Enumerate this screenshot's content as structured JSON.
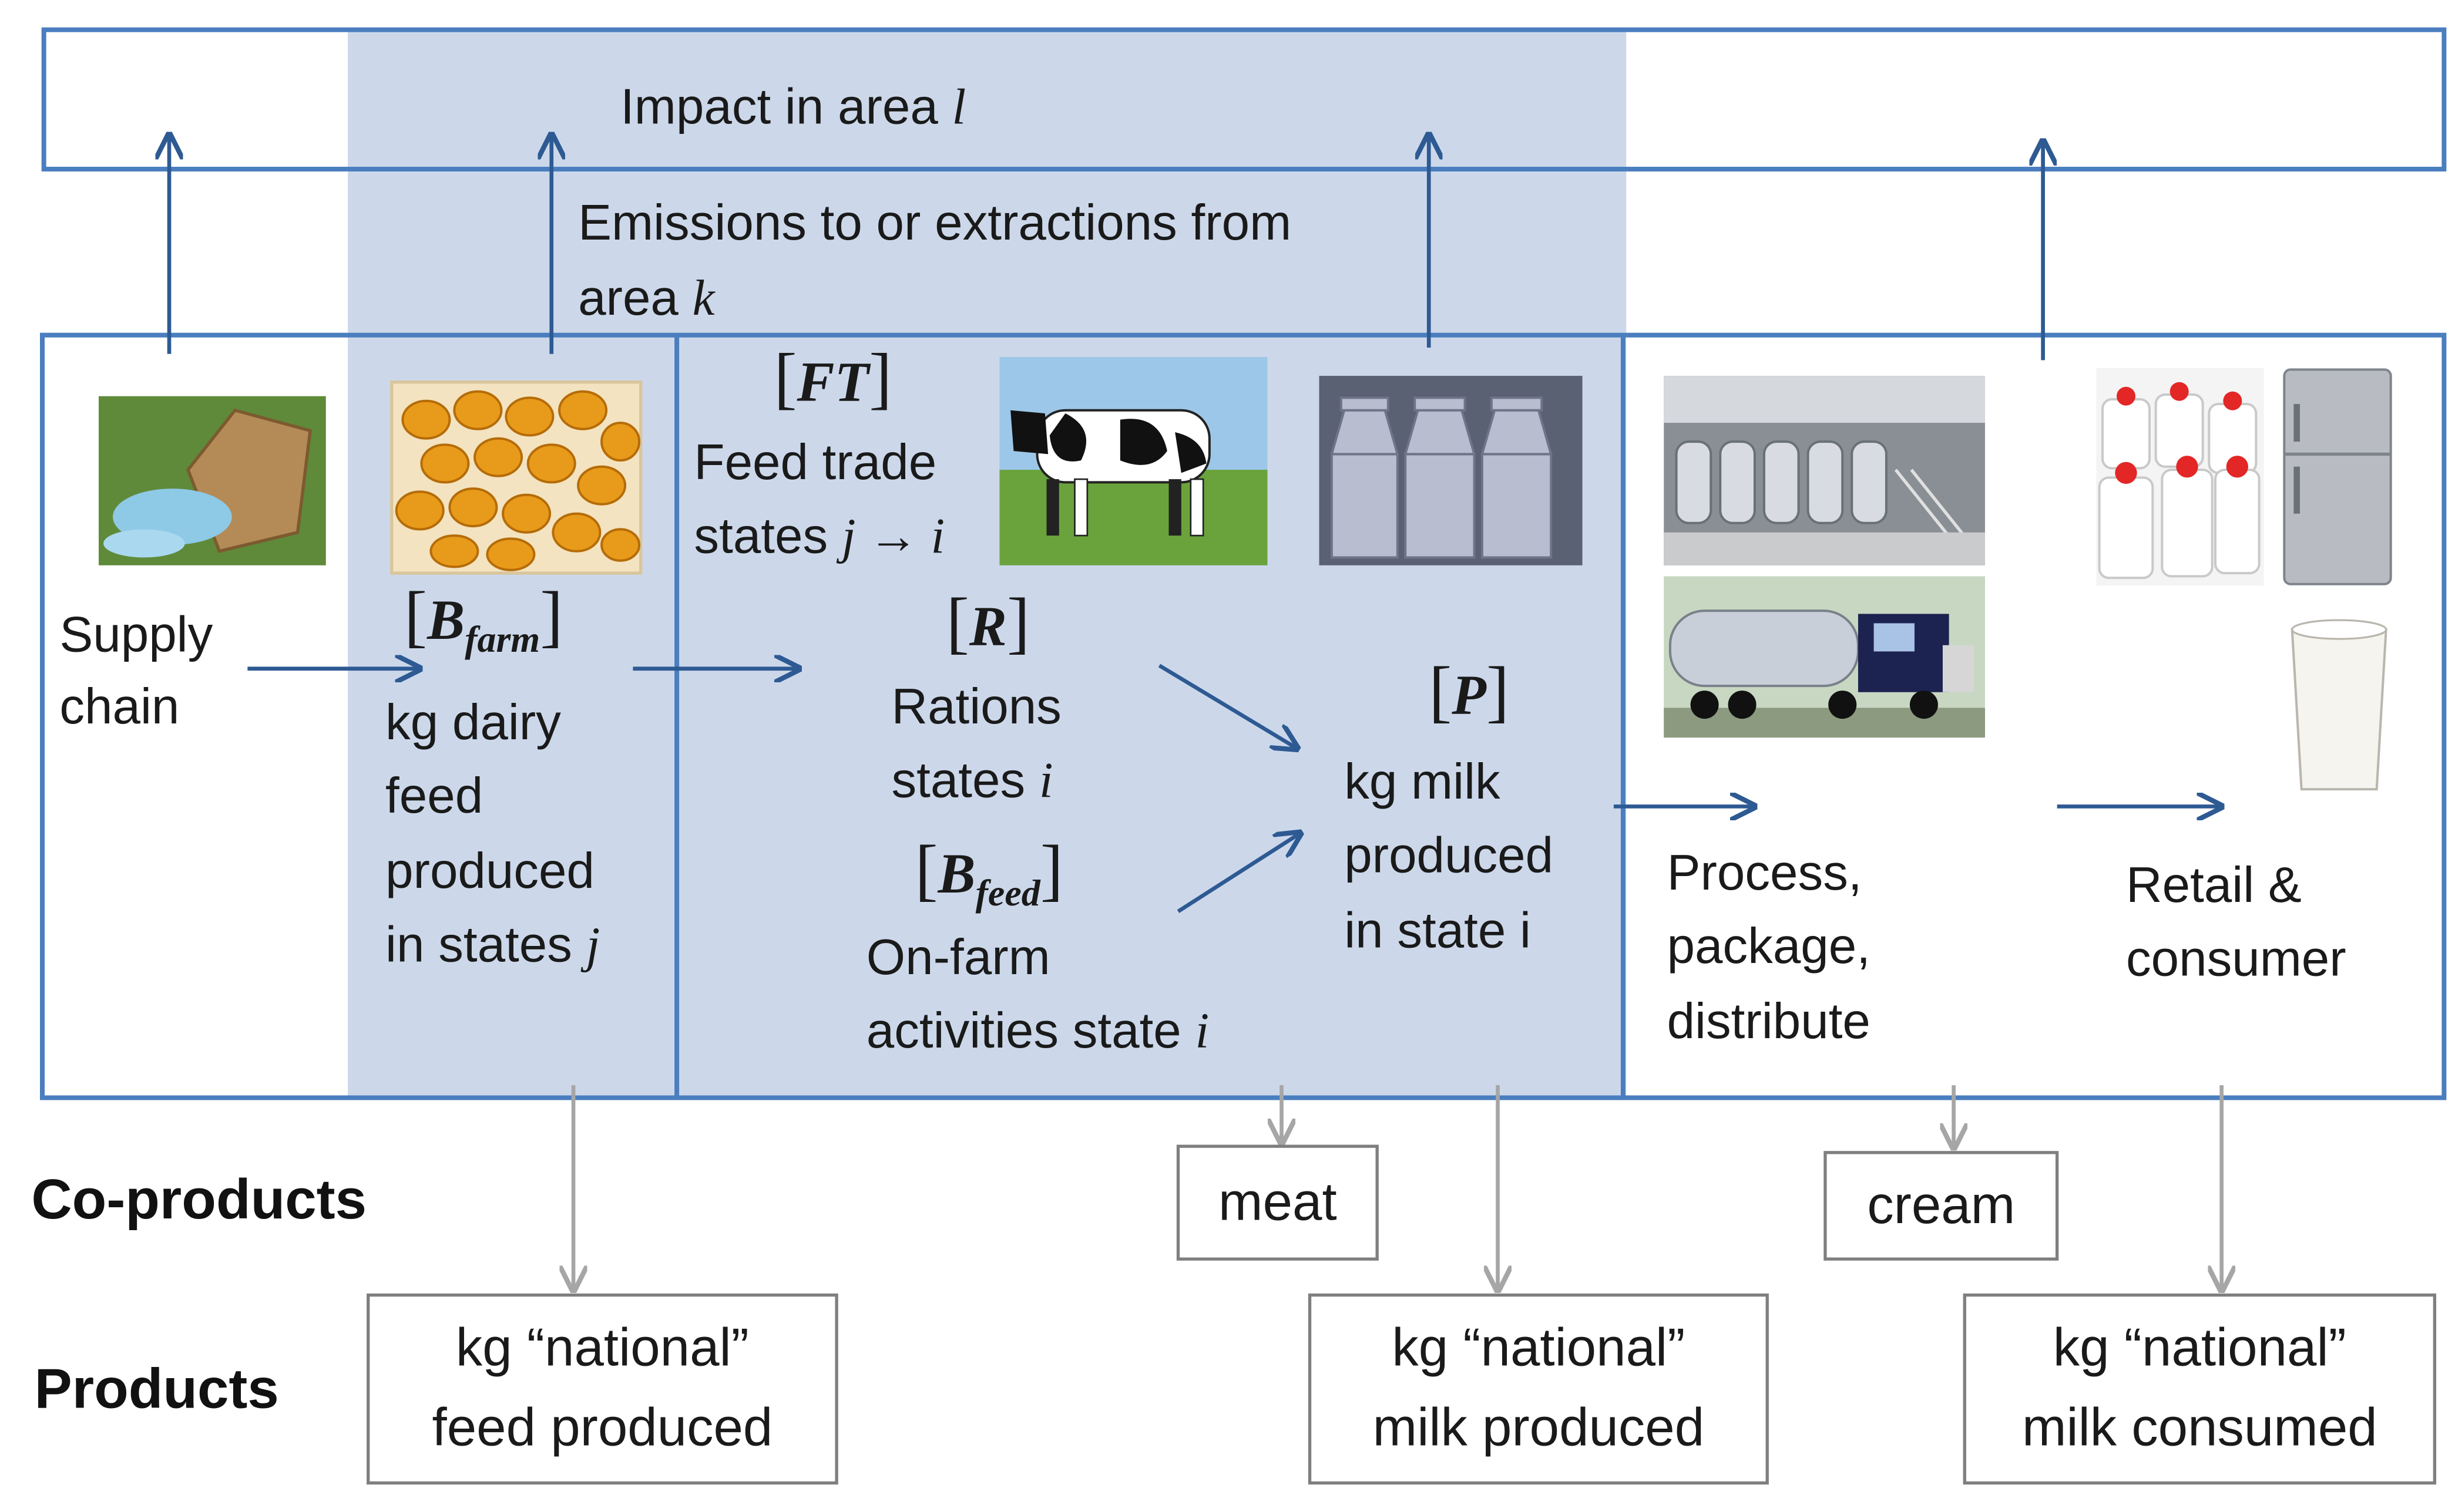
{
  "header": {
    "impact_prefix": "Impact in area",
    "impact_var": "l",
    "emissions_line1": "Emissions to or extractions from",
    "emissions_line2_prefix": "area",
    "emissions_var": "k"
  },
  "stages": {
    "supply_chain": {
      "line1": "Supply",
      "line2": "chain"
    },
    "feed": {
      "matrix": "B",
      "matrix_sub": "farm",
      "line1": "kg dairy",
      "line2": "feed",
      "line3": "produced",
      "line4_prefix": "in states",
      "line4_var": "j"
    },
    "feed_trade": {
      "matrix": "FT",
      "line1": "Feed trade",
      "line2_prefix": "states",
      "line2_var": "j → i"
    },
    "rations": {
      "matrix": "R",
      "line1": "Rations",
      "line2_prefix": "states",
      "line2_var": "i"
    },
    "on_farm": {
      "matrix": "B",
      "matrix_sub": "feed",
      "line1": "On-farm",
      "line2_prefix": "activities state",
      "line2_var": "i"
    },
    "milk": {
      "matrix": "P",
      "line1": "kg milk",
      "line2": "produced",
      "line3": "in state i"
    },
    "process": {
      "line1": "Process,",
      "line2": "package,",
      "line3": "distribute"
    },
    "retail": {
      "line1": "Retail &",
      "line2": "consumer"
    }
  },
  "rows": {
    "coproducts_label": "Co-products",
    "products_label": "Products"
  },
  "coproducts": {
    "meat": "meat",
    "cream": "cream"
  },
  "products": {
    "feed": {
      "line1": "kg “national”",
      "line2": "feed produced"
    },
    "milk_produced": {
      "line1": "kg “national”",
      "line2": "milk produced"
    },
    "milk_consumed": {
      "line1": "kg “national”",
      "line2": "milk consumed"
    }
  },
  "colors": {
    "frame_blue": "#4a7ebf",
    "shade_blue": "#ccd8ea",
    "arrow_blue": "#2e5a93",
    "arrow_gray": "#a6a6a6"
  },
  "icons": [
    "fertilizer-sack-icon",
    "corn-kernels-icon",
    "cow-icon",
    "milk-cans-icon",
    "dairy-plant-icon",
    "tanker-truck-icon",
    "milk-jugs-icon",
    "refrigerator-icon",
    "milk-glass-icon"
  ]
}
